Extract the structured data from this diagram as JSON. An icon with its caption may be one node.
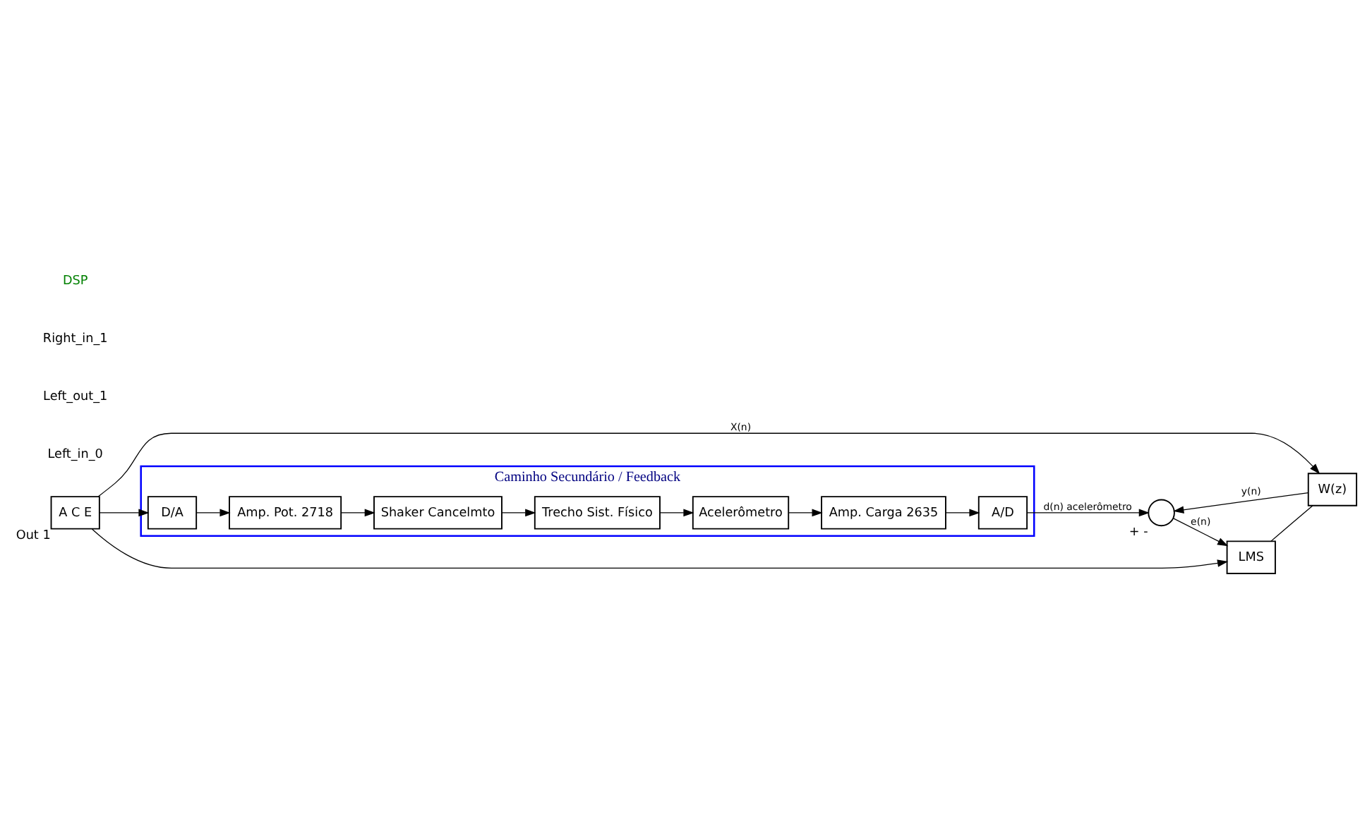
{
  "diagram": {
    "nodes": [
      {
        "text": [
          "Caminho Secundário / Feedback"
        ]
      },
      {
        "text": [
          "A C E"
        ],
        "beside": [
          "Out 1"
        ]
      },
      {
        "text": [
          "D/A"
        ],
        "in": 0
      },
      {
        "text": [
          "Amp. Pot. 2718"
        ],
        "in": 0
      },
      {
        "text": [
          "Shaker Cancelmto"
        ],
        "in": 0
      },
      {
        "text": [
          "Trecho Sist. Físico"
        ],
        "in": 0
      },
      {
        "text": [
          "Acelerômetro"
        ],
        "in": 0
      },
      {
        "text": [
          "Amp. Carga 2635"
        ],
        "in": 0
      },
      {
        "text": [
          "A/D"
        ],
        "in": 0
      },
      {
        "text": [
          "W(z)"
        ]
      },
      {
        "text": [],
        "shape": "circle",
        "beside": [
          "+",
          "-"
        ]
      },
      {
        "text": [
          "LMS"
        ]
      }
    ],
    "edges": [
      {
        "from": 1,
        "to": 9,
        "arrow": "to",
        "label": "X(n)"
      },
      {
        "from": 1,
        "to": 2,
        "arrow": "to"
      },
      {
        "from": 1,
        "to": 11,
        "arrow": "to"
      },
      {
        "from": 2,
        "to": 3,
        "arrow": "to"
      },
      {
        "from": 3,
        "to": 4,
        "arrow": "to"
      },
      {
        "from": 4,
        "to": 5,
        "arrow": "to"
      },
      {
        "from": 5,
        "to": 6,
        "arrow": "to"
      },
      {
        "from": 6,
        "to": 7,
        "arrow": "to"
      },
      {
        "from": 7,
        "to": 8,
        "arrow": "to"
      },
      {
        "from": 8,
        "to": 10,
        "arrow": "to",
        "label": "d(n) acelerômetro"
      },
      {
        "from": 9,
        "to": 10,
        "arrow": "to",
        "label": "y(n)"
      },
      {
        "from": 10,
        "to": 11,
        "arrow": "to",
        "label": "e(n)"
      },
      {
        "from": 11,
        "to": 9,
        "arrow": "none"
      }
    ],
    "labels": [
      "Left_in_0",
      "Left_out_1",
      "Right_in_1",
      "DSP"
    ]
  }
}
